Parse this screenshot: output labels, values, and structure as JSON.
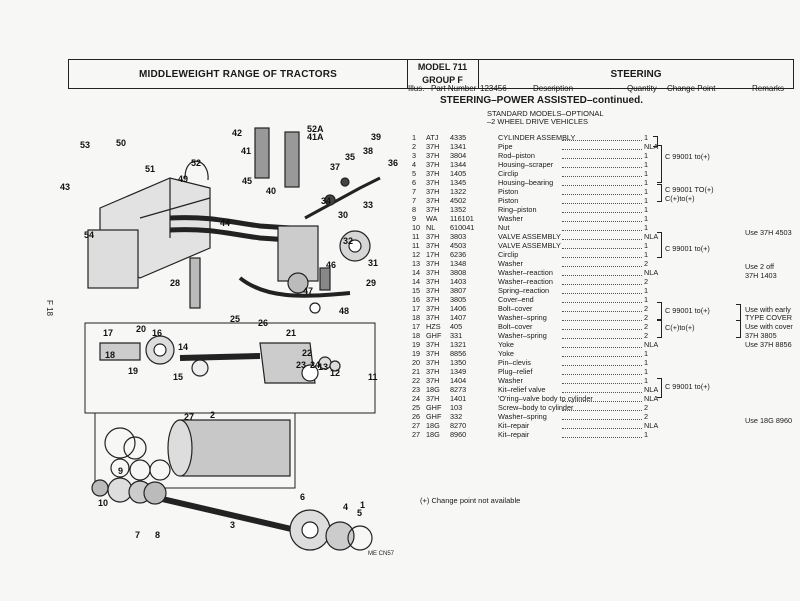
{
  "header": {
    "range_title": "MIDDLEWEIGHT RANGE OF TRACTORS",
    "model_line1": "MODEL 711",
    "model_line2": "GROUP F",
    "section": "STEERING"
  },
  "columns": {
    "illus": "Illus.",
    "part_number": "Part Number",
    "sample": "123456",
    "description": "Description",
    "quantity": "Quantity",
    "change_point": "Change Point",
    "remarks": "Remarks"
  },
  "section_title": "STEERING–POWER ASSISTED–continued.",
  "subtitle1": "STANDARD MODELS–OPTIONAL",
  "subtitle2": "–2 WHEEL DRIVE VEHICLES",
  "side_mark": "F 18",
  "footnote": "(+) Change point not available",
  "figure_code": "ME CN57",
  "parts": [
    {
      "num": "1",
      "pre": "ATJ",
      "part": "4335",
      "desc": "CYLINDER ASSEMBLY",
      "qty": "1"
    },
    {
      "num": "2",
      "pre": "37H",
      "part": "1341",
      "desc": "Pipe",
      "qty": "NLA"
    },
    {
      "num": "3",
      "pre": "37H",
      "part": "3804",
      "desc": "Rod–piston",
      "qty": "1"
    },
    {
      "num": "4",
      "pre": "37H",
      "part": "1344",
      "desc": "Housing–scraper",
      "qty": "1"
    },
    {
      "num": "5",
      "pre": "37H",
      "part": "1405",
      "desc": "Circlip",
      "qty": "1"
    },
    {
      "num": "6",
      "pre": "37H",
      "part": "1345",
      "desc": "Housing–bearing",
      "qty": "1"
    },
    {
      "num": "7",
      "pre": "37H",
      "part": "1322",
      "desc": "Piston",
      "qty": "1"
    },
    {
      "num": "7",
      "pre": "37H",
      "part": "4502",
      "desc": "Piston",
      "qty": "1"
    },
    {
      "num": "8",
      "pre": "37H",
      "part": "1352",
      "desc": "Ring–piston",
      "qty": "1"
    },
    {
      "num": "9",
      "pre": "WA",
      "part": "116101",
      "desc": "Washer",
      "qty": "1"
    },
    {
      "num": "10",
      "pre": "NL",
      "part": "610041",
      "desc": "Nut",
      "qty": "1"
    },
    {
      "num": "11",
      "pre": "37H",
      "part": "3803",
      "desc": "VALVE ASSEMBLY",
      "qty": "NLA"
    },
    {
      "num": "11",
      "pre": "37H",
      "part": "4503",
      "desc": "VALVE ASSEMBLY",
      "qty": "1"
    },
    {
      "num": "12",
      "pre": "17H",
      "part": "6236",
      "desc": "Circlip",
      "qty": "1"
    },
    {
      "num": "13",
      "pre": "37H",
      "part": "1348",
      "desc": "Washer",
      "qty": "2"
    },
    {
      "num": "14",
      "pre": "37H",
      "part": "3808",
      "desc": "Washer–reaction",
      "qty": "NLA"
    },
    {
      "num": "14",
      "pre": "37H",
      "part": "1403",
      "desc": "Washer–reaction",
      "qty": "2"
    },
    {
      "num": "15",
      "pre": "37H",
      "part": "3807",
      "desc": "Spring–reaction",
      "qty": "1"
    },
    {
      "num": "16",
      "pre": "37H",
      "part": "3805",
      "desc": "Cover–end",
      "qty": "1"
    },
    {
      "num": "17",
      "pre": "37H",
      "part": "1406",
      "desc": "Bolt–cover",
      "qty": "2"
    },
    {
      "num": "18",
      "pre": "37H",
      "part": "1407",
      "desc": "Washer–spring",
      "qty": "2"
    },
    {
      "num": "17",
      "pre": "HZS",
      "part": "405",
      "desc": "Bolt–cover",
      "qty": "2"
    },
    {
      "num": "18",
      "pre": "GHF",
      "part": "331",
      "desc": "Washer–spring",
      "qty": "2"
    },
    {
      "num": "19",
      "pre": "37H",
      "part": "1321",
      "desc": "Yoke",
      "qty": "NLA"
    },
    {
      "num": "19",
      "pre": "37H",
      "part": "8856",
      "desc": "Yoke",
      "qty": "1"
    },
    {
      "num": "20",
      "pre": "37H",
      "part": "1350",
      "desc": "Pin–clevis",
      "qty": "1"
    },
    {
      "num": "21",
      "pre": "37H",
      "part": "1349",
      "desc": "Plug–relief",
      "qty": "1"
    },
    {
      "num": "22",
      "pre": "37H",
      "part": "1404",
      "desc": "Washer",
      "qty": "1"
    },
    {
      "num": "23",
      "pre": "18G",
      "part": "8273",
      "desc": "Kit–relief valve",
      "qty": "NLA"
    },
    {
      "num": "24",
      "pre": "37H",
      "part": "1401",
      "desc": "'O'ring–valve body to cylinder",
      "qty": "NLA"
    },
    {
      "num": "25",
      "pre": "GHF",
      "part": "103",
      "desc": "Screw–body to cylinder",
      "qty": "2"
    },
    {
      "num": "26",
      "pre": "GHF",
      "part": "332",
      "desc": "Washer–spring",
      "qty": "2"
    },
    {
      "num": "27",
      "pre": "18G",
      "part": "8270",
      "desc": "Kit–repair",
      "qty": "NLA"
    },
    {
      "num": "27",
      "pre": "18G",
      "part": "8960",
      "desc": "Kit–repair",
      "qty": "1"
    }
  ],
  "change_points": [
    {
      "text": "C 99001 to(+)"
    },
    {
      "text": "C 99001 TO(+)"
    },
    {
      "text": "C(+)to(+)"
    },
    {
      "text": "C 99001 to(+)"
    },
    {
      "text": "C 99001 to(+)"
    },
    {
      "text": "C(+)to(+)"
    },
    {
      "text": "C 99001 to(+)"
    }
  ],
  "remarks": [
    {
      "text": "Use 37H 4503"
    },
    {
      "text": "Use 2 off"
    },
    {
      "text": "37H 1403"
    },
    {
      "text": "Use with early"
    },
    {
      "text": "TYPE COVER"
    },
    {
      "text": "Use with cover"
    },
    {
      "text": "37H 3805"
    },
    {
      "text": "Use 37H 8856"
    },
    {
      "text": "Use 18G 8960"
    }
  ],
  "callouts": [
    "1",
    "2",
    "3",
    "4",
    "5",
    "6",
    "7",
    "8",
    "9",
    "10",
    "11",
    "12",
    "13",
    "14",
    "15",
    "16",
    "17",
    "18",
    "19",
    "20",
    "21",
    "22",
    "23",
    "24",
    "25",
    "26",
    "27",
    "28",
    "29",
    "30",
    "31",
    "32",
    "33",
    "34",
    "35",
    "36",
    "37",
    "38",
    "39",
    "40",
    "41",
    "41A",
    "42",
    "43",
    "44",
    "45",
    "46",
    "47",
    "48",
    "49",
    "50",
    "51",
    "52",
    "52A",
    "53",
    "54"
  ]
}
